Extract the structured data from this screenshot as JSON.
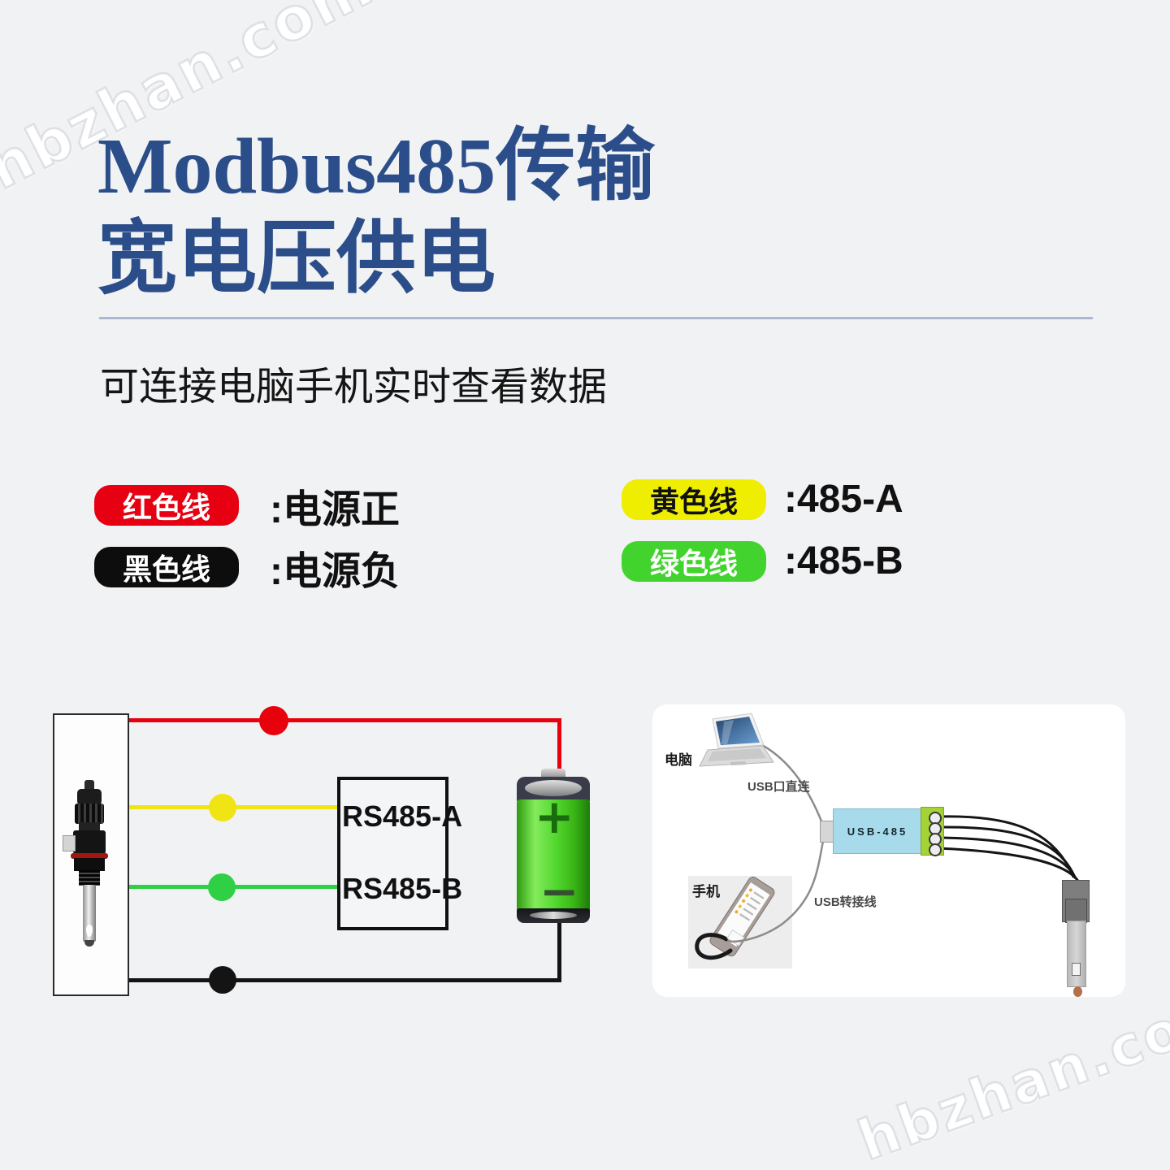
{
  "page": {
    "watermark_text": "hbzhan.com",
    "background_color": "#f1f2f4"
  },
  "header": {
    "title_line1": "Modbus485传输",
    "title_line2": "宽电压供电",
    "title_color": "#2b4e8a",
    "subtitle": "可连接电脑手机实时查看数据"
  },
  "legend": {
    "items": [
      {
        "badge": "红色线",
        "label": ":电源正",
        "badge_bg": "#e60012",
        "badge_fg": "#ffffff"
      },
      {
        "badge": "黑色线",
        "label": ":电源负",
        "badge_bg": "#0d0d0d",
        "badge_fg": "#ffffff"
      },
      {
        "badge": "黄色线",
        "label": ":485-A",
        "badge_bg": "#f0ee00",
        "badge_fg": "#111111"
      },
      {
        "badge": "绿色线",
        "label": ":485-B",
        "badge_bg": "#43d32e",
        "badge_fg": "#ffffff"
      }
    ]
  },
  "wiring": {
    "module_port_a": "RS485-A",
    "module_port_b": "RS485-B",
    "battery_positive": "+",
    "battery_negative": "−",
    "wire_colors": {
      "power_positive": "#e8000d",
      "rs485_a": "#f0e414",
      "rs485_b": "#2fd046",
      "power_negative": "#141414"
    }
  },
  "card": {
    "computer_label": "电脑",
    "usb_direct_label": "USB口直连",
    "converter_label": "USB-485",
    "phone_label": "手机",
    "usb_adapter_label": "USB转接线"
  }
}
